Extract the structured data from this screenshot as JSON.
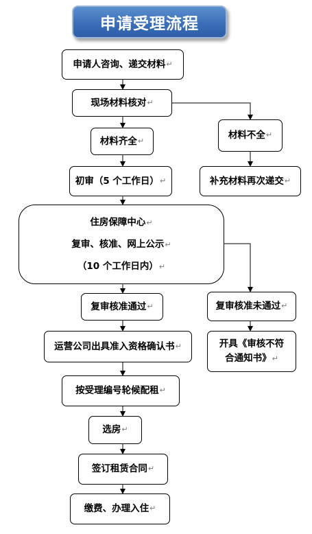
{
  "title": "申请受理流程",
  "edit_mark": "↵",
  "steps": {
    "apply": "申请人咨询、递交材料",
    "verify": "现场材料核对",
    "complete": "材料齐全",
    "incomplete": "材料不全",
    "resubmit": "补充材料再次递交",
    "first_review": "初审（5 个工作日）",
    "center_lines": [
      "住房保障中心",
      "复审、核准、网上公示",
      "（10 个工作日内）"
    ],
    "pass": "复审核准通过",
    "fail": "复审核准未通过",
    "certificate": "运营公司出具准入资格确认书",
    "notice_lines": [
      "开具《审核不符",
      "合通知书》"
    ],
    "queue": "按受理编号轮候配租",
    "select_house": "选房",
    "sign_contract": "签订租赁合同",
    "check_in": "缴费、办理入住"
  }
}
